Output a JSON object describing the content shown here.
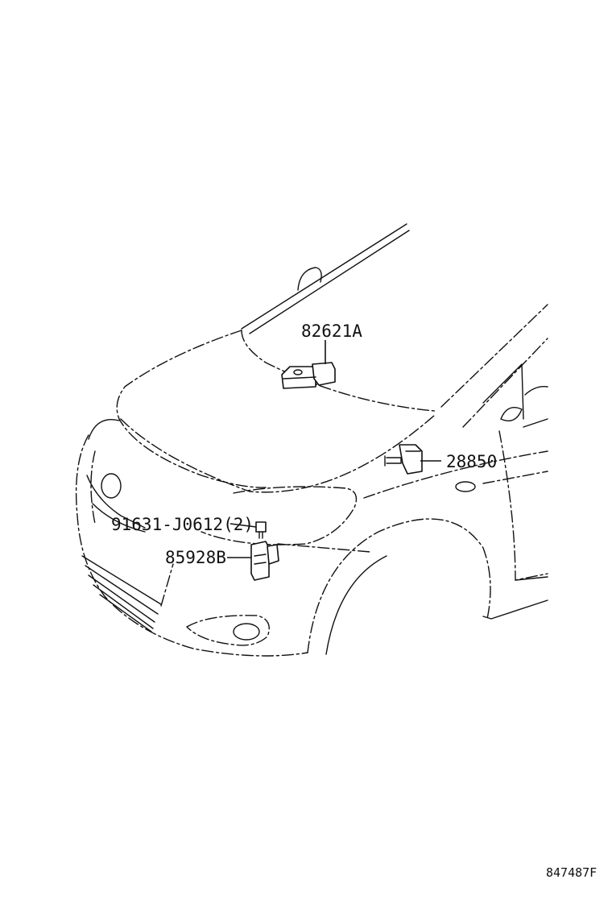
{
  "diagram": {
    "callouts": [
      {
        "id": "upper",
        "label": "82621A"
      },
      {
        "id": "right",
        "label": "28850"
      },
      {
        "id": "bolt",
        "label": "91631-J0612(2)"
      },
      {
        "id": "lower",
        "label": "85928B"
      }
    ],
    "footer_code": "847487F"
  }
}
